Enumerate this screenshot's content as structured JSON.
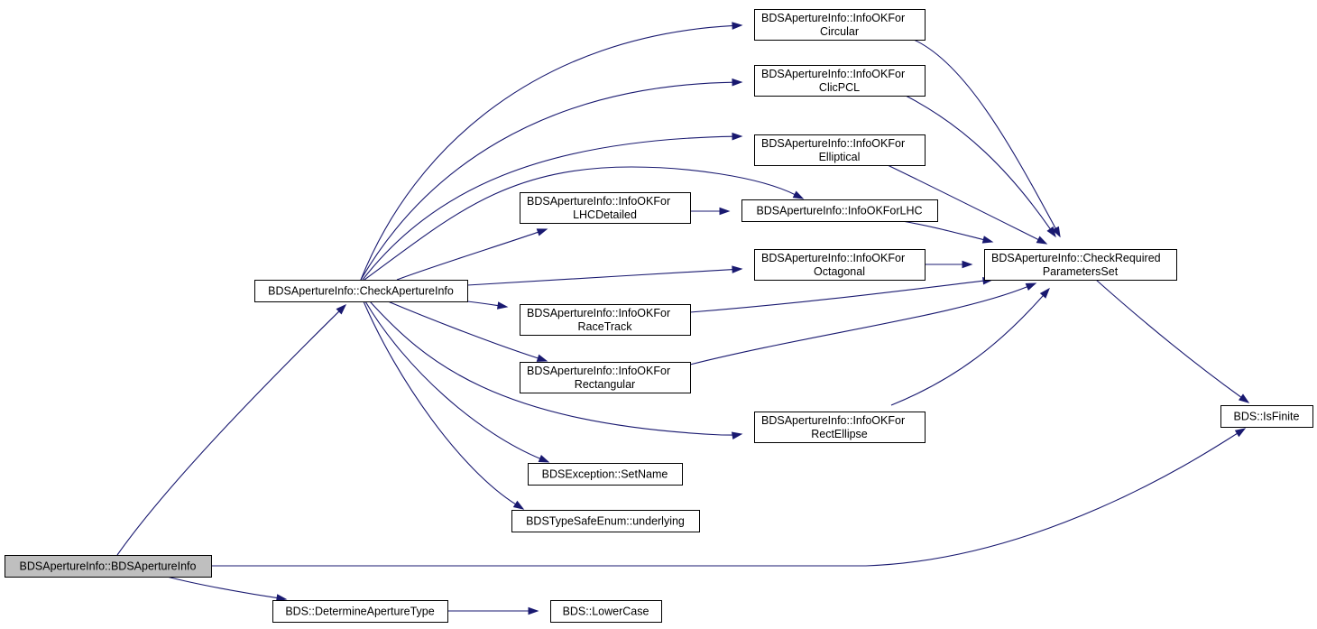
{
  "graph": {
    "nodes": [
      {
        "id": "root",
        "lines": [
          "BDSApertureInfo::BDSApertureInfo"
        ],
        "highlight": true
      },
      {
        "id": "check",
        "lines": [
          "BDSApertureInfo::CheckApertureInfo"
        ]
      },
      {
        "id": "circular",
        "lines": [
          "BDSApertureInfo::InfoOKFor",
          "Circular"
        ]
      },
      {
        "id": "clicpcl",
        "lines": [
          "BDSApertureInfo::InfoOKFor",
          "ClicPCL"
        ]
      },
      {
        "id": "elliptical",
        "lines": [
          "BDSApertureInfo::InfoOKFor",
          "Elliptical"
        ]
      },
      {
        "id": "lhcdetailed",
        "lines": [
          "BDSApertureInfo::InfoOKFor",
          "LHCDetailed"
        ]
      },
      {
        "id": "lhc",
        "lines": [
          "BDSApertureInfo::InfoOKForLHC"
        ]
      },
      {
        "id": "octagonal",
        "lines": [
          "BDSApertureInfo::InfoOKFor",
          "Octagonal"
        ]
      },
      {
        "id": "racetrack",
        "lines": [
          "BDSApertureInfo::InfoOKFor",
          "RaceTrack"
        ]
      },
      {
        "id": "rectangular",
        "lines": [
          "BDSApertureInfo::InfoOKFor",
          "Rectangular"
        ]
      },
      {
        "id": "rectellipse",
        "lines": [
          "BDSApertureInfo::InfoOKFor",
          "RectEllipse"
        ]
      },
      {
        "id": "setname",
        "lines": [
          "BDSException::SetName"
        ]
      },
      {
        "id": "underlying",
        "lines": [
          "BDSTypeSafeEnum::underlying"
        ]
      },
      {
        "id": "checkreq",
        "lines": [
          "BDSApertureInfo::CheckRequired",
          "ParametersSet"
        ]
      },
      {
        "id": "isfinite",
        "lines": [
          "BDS::IsFinite"
        ]
      },
      {
        "id": "determine",
        "lines": [
          "BDS::DetermineApertureType"
        ]
      },
      {
        "id": "lowercase",
        "lines": [
          "BDS::LowerCase"
        ]
      }
    ],
    "edges": [
      {
        "from": "root",
        "to": "check"
      },
      {
        "from": "root",
        "to": "isfinite"
      },
      {
        "from": "root",
        "to": "determine"
      },
      {
        "from": "check",
        "to": "circular"
      },
      {
        "from": "check",
        "to": "clicpcl"
      },
      {
        "from": "check",
        "to": "elliptical"
      },
      {
        "from": "check",
        "to": "lhc"
      },
      {
        "from": "check",
        "to": "lhcdetailed"
      },
      {
        "from": "check",
        "to": "octagonal"
      },
      {
        "from": "check",
        "to": "racetrack"
      },
      {
        "from": "check",
        "to": "rectangular"
      },
      {
        "from": "check",
        "to": "rectellipse"
      },
      {
        "from": "check",
        "to": "setname"
      },
      {
        "from": "check",
        "to": "underlying"
      },
      {
        "from": "lhcdetailed",
        "to": "lhc"
      },
      {
        "from": "circular",
        "to": "checkreq"
      },
      {
        "from": "clicpcl",
        "to": "checkreq"
      },
      {
        "from": "elliptical",
        "to": "checkreq"
      },
      {
        "from": "lhc",
        "to": "checkreq"
      },
      {
        "from": "octagonal",
        "to": "checkreq"
      },
      {
        "from": "racetrack",
        "to": "checkreq"
      },
      {
        "from": "rectangular",
        "to": "checkreq"
      },
      {
        "from": "rectellipse",
        "to": "checkreq"
      },
      {
        "from": "checkreq",
        "to": "isfinite"
      },
      {
        "from": "determine",
        "to": "lowercase"
      }
    ]
  }
}
